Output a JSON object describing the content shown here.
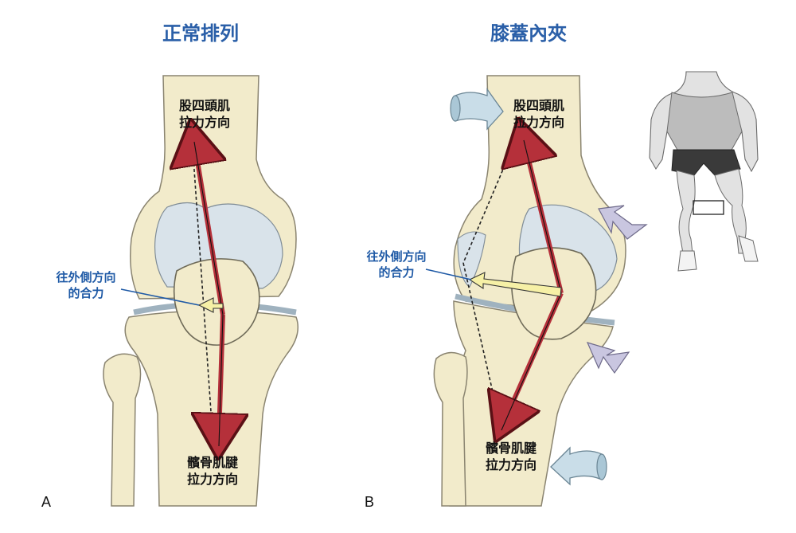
{
  "panels": {
    "a": {
      "title": "正常排列",
      "letter": "A",
      "quad_label_1": "股四頭肌",
      "quad_label_2": "拉力方向",
      "patellar_label_1": "髕骨肌腱",
      "patellar_label_2": "拉力方向",
      "resultant_label_1": "往外側方向",
      "resultant_label_2": "的合力"
    },
    "b": {
      "title": "膝蓋內夾",
      "letter": "B",
      "quad_label_1": "股四頭肌",
      "quad_label_2": "拉力方向",
      "patellar_label_1": "髕骨肌腱",
      "patellar_label_2": "拉力方向",
      "resultant_label_1": "往外側方向",
      "resultant_label_2": "的合力"
    }
  },
  "colors": {
    "title": "#2a5fa8",
    "bone": "#f2ebcb",
    "bone_outline": "#8a8470",
    "cartilage": "#d9e3ea",
    "force_arrow": "#b5303a",
    "resultant_arrow": "#f6f0a6",
    "rotation_arrow": "#c9dde8",
    "push_arrow": "#c9c6e0",
    "label_blue": "#1f5aa6"
  }
}
